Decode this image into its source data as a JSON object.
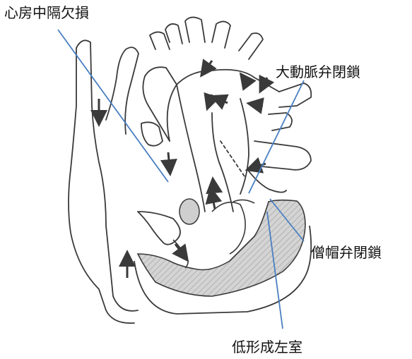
{
  "diagram": {
    "labels": {
      "atrial_septal_defect": "心房中隔欠損",
      "aortic_valve_atresia": "大動脈弁閉鎖",
      "mitral_valve_atresia": "僧帽弁閉鎖",
      "hypoplastic_left_ventricle": "低形成左室"
    },
    "colors": {
      "leader_line": "#4a7fc1",
      "sketch_stroke": "#3a3a3a",
      "ventricle_shading": "#c8c8c8",
      "flow_arrow_fill": "#3a3a3a"
    },
    "icons": [
      "flow-arrow-icon"
    ]
  }
}
